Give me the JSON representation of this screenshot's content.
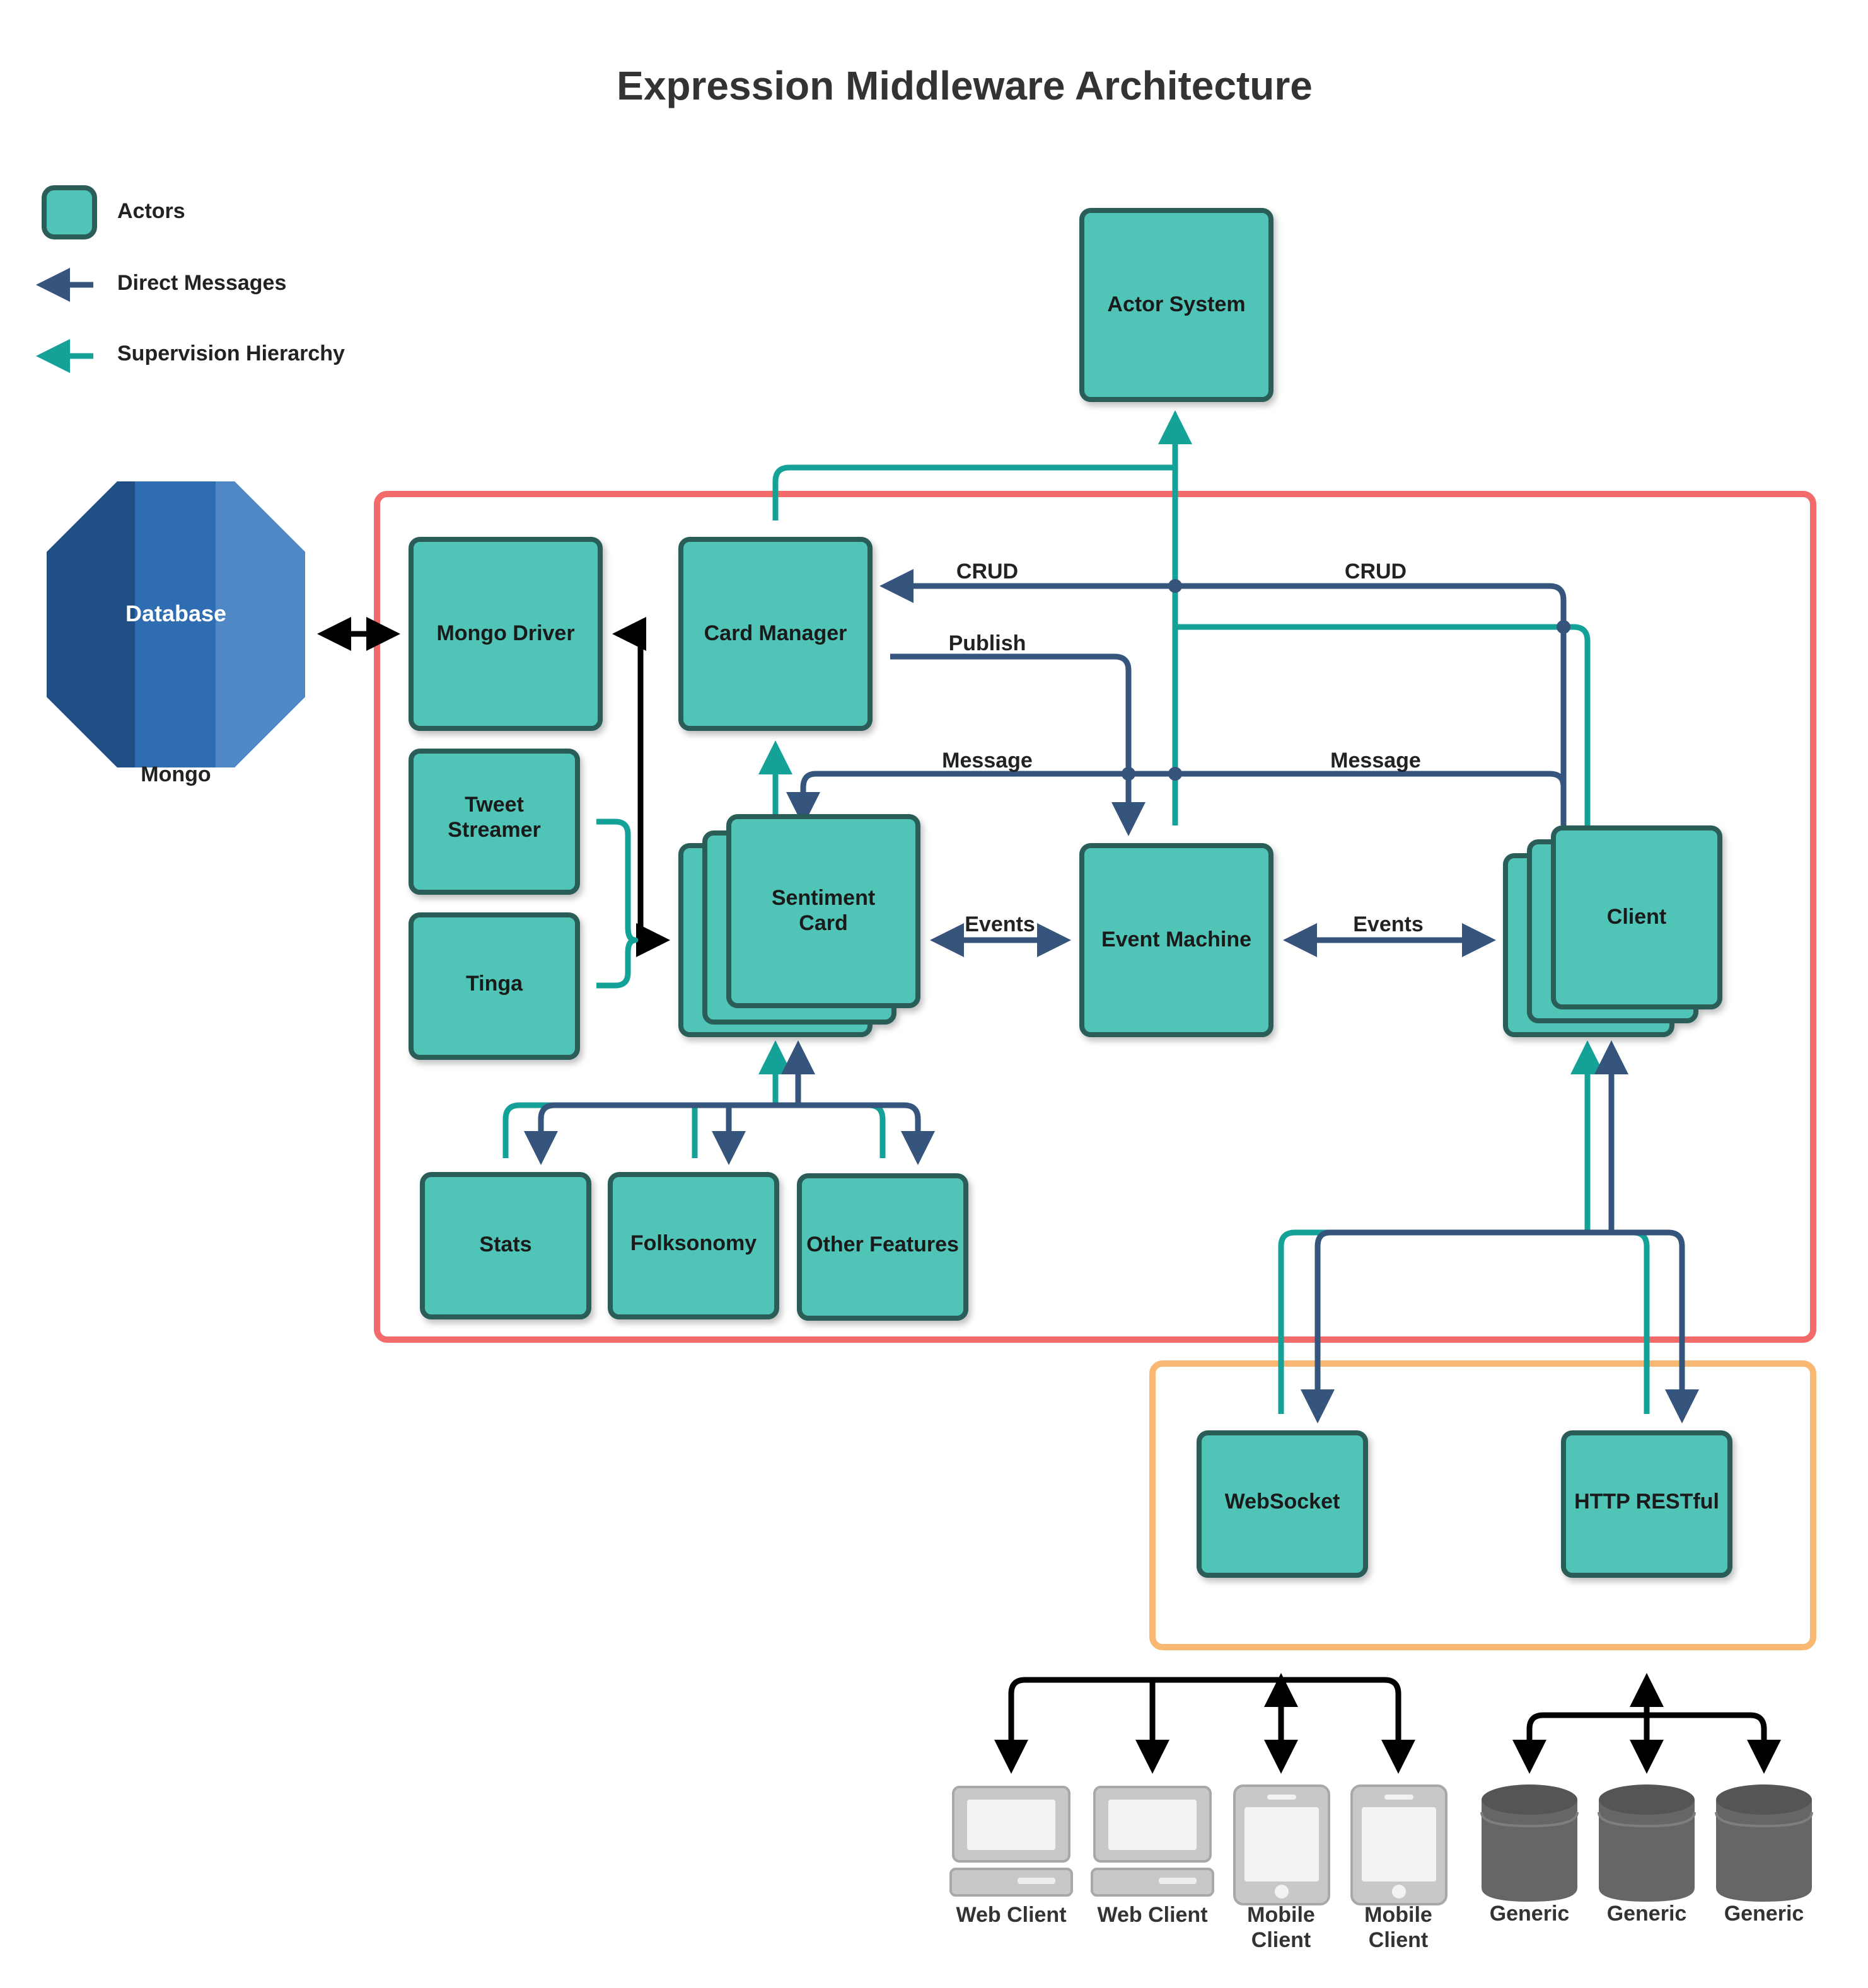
{
  "title": "Expression Middleware Architecture",
  "colors": {
    "actor_fill": "#4fc4b7",
    "actor_border": "#2c5d59",
    "direct_message": "#35557d",
    "supervision": "#13a198",
    "middleware_boundary": "#f26a6a",
    "interface_boundary": "#f9b872",
    "database": "#3070b6",
    "device_grey": "#c8c8c8"
  },
  "legend": {
    "actors": "Actors",
    "direct_messages": "Direct Messages",
    "supervision_hierarchy": "Supervision Hierarchy"
  },
  "database": {
    "label": "Database",
    "caption": "Mongo"
  },
  "nodes": {
    "actor_system": "Actor System",
    "mongo_driver": "Mongo Driver",
    "card_manager": "Card Manager",
    "tweet_streamer": [
      "Tweet",
      "Streamer"
    ],
    "tinga": "Tinga",
    "sentiment_card": [
      "Sentiment",
      "Card"
    ],
    "event_machine": "Event Machine",
    "client": "Client",
    "stats": "Stats",
    "folksonomy": "Folksonomy",
    "other_features": "Other Features",
    "websocket": "WebSocket",
    "http_restful": "HTTP RESTful"
  },
  "edge_labels": {
    "crud_left": "CRUD",
    "crud_right": "CRUD",
    "publish": "Publish",
    "message_left": "Message",
    "message_right": "Message",
    "events_left": "Events",
    "events_right": "Events"
  },
  "devices": [
    {
      "kind": "laptop-icon",
      "label": [
        "Web Client"
      ]
    },
    {
      "kind": "laptop-icon",
      "label": [
        "Web Client"
      ]
    },
    {
      "kind": "tablet-icon",
      "label": [
        "Mobile",
        "Client"
      ]
    },
    {
      "kind": "tablet-icon",
      "label": [
        "Mobile",
        "Client"
      ]
    },
    {
      "kind": "storage-icon",
      "label": [
        "Generic"
      ]
    },
    {
      "kind": "storage-icon",
      "label": [
        "Generic"
      ]
    },
    {
      "kind": "storage-icon",
      "label": [
        "Generic"
      ]
    }
  ]
}
